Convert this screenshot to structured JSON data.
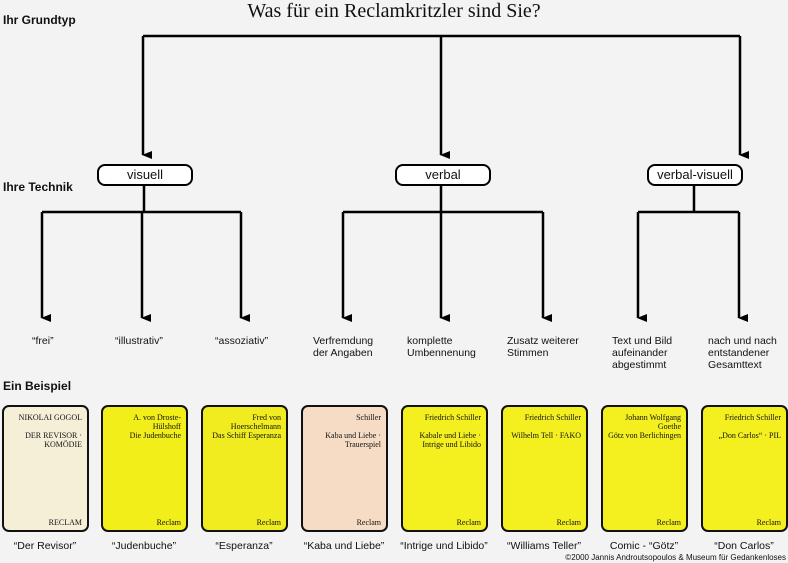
{
  "title": "Was für ein Reclamkritzler sind Sie?",
  "sections": {
    "grundtyp": "Ihr Grundtyp",
    "technik": "Ihre Technik",
    "beispiel": "Ein Beispiel"
  },
  "types": [
    "visuell",
    "verbal",
    "verbal-visuell"
  ],
  "techniques": [
    {
      "line1": "“frei”",
      "line2": "",
      "line3": ""
    },
    {
      "line1": "“illustrativ”",
      "line2": "",
      "line3": ""
    },
    {
      "line1": "“assoziativ”",
      "line2": "",
      "line3": ""
    },
    {
      "line1": "Verfremdung",
      "line2": "der Angaben",
      "line3": ""
    },
    {
      "line1": "komplette",
      "line2": "Umbennenung",
      "line3": ""
    },
    {
      "line1": "Zusatz weiterer",
      "line2": "Stimmen",
      "line3": ""
    },
    {
      "line1": "Text und Bild",
      "line2": "aufeinander",
      "line3": "abgestimmt"
    },
    {
      "line1": "nach und nach",
      "line2": "entstandener",
      "line3": "Gesamttext"
    }
  ],
  "books": [
    {
      "author": "NIKOLAI GOGOL",
      "title": "DER REVISOR · KOMÖDIE",
      "publisher": "RECLAM",
      "color": "#f5efd8",
      "caption": "“Der Revisor”"
    },
    {
      "author": "A. von Droste-Hülshoff",
      "title": "Die Judenbuche",
      "publisher": "Reclam",
      "color": "#f2ee1a",
      "caption": "“Judenbuche”"
    },
    {
      "author": "Fred von Hoerschelmann",
      "title": "Das Schiff Esperanza",
      "publisher": "Reclam",
      "color": "#f0ec20",
      "caption": "“Esperanza”"
    },
    {
      "author": "Schiller",
      "title": "Kaba und Liebe · Trauerspiel",
      "publisher": "Reclam",
      "color": "#f6dcc4",
      "caption": "“Kaba und Liebe”"
    },
    {
      "author": "Friedrich Schiller",
      "title": "Kabale und Liebe · Intrige und Libido",
      "publisher": "Reclam",
      "color": "#f4f020",
      "caption": "“Intrige und Libido”"
    },
    {
      "author": "Friedrich Schiller",
      "title": "Wilhelm Tell · FAKO",
      "publisher": "Reclam",
      "color": "#f4f020",
      "caption": "“Williams Teller”"
    },
    {
      "author": "Johann Wolfgang Goethe",
      "title": "Götz von Berlichingen",
      "publisher": "Reclam",
      "color": "#f4f020",
      "caption": "Comic - “Götz”"
    },
    {
      "author": "Friedrich Schiller",
      "title": "„Don Carlos“ · PIL",
      "publisher": "Reclam",
      "color": "#f4f020",
      "caption": "“Don Carlos”"
    }
  ],
  "copyright": "©2000 Jannis Androutsopoulos & Museum für Gedankenloses"
}
